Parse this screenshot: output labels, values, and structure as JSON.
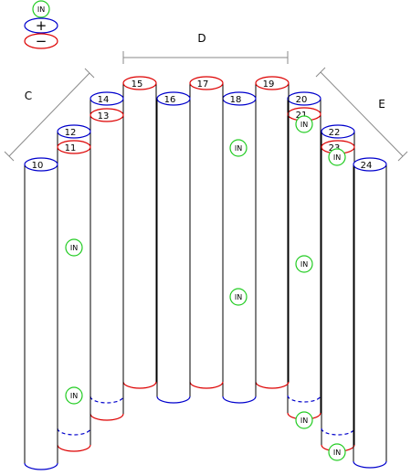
{
  "colors": {
    "positive": "#0000cc",
    "negative": "#dd0000",
    "in_marker": "#22cc22",
    "outline": "#000000",
    "dimension": "#8a8a8a"
  },
  "legend": {
    "in_label": "IN",
    "positive_symbol": "+",
    "negative_symbol": "−"
  },
  "dimensions": {
    "C": "C",
    "D": "D",
    "E": "E"
  },
  "in_marker_label": "IN",
  "cylinders": [
    {
      "n": "10",
      "top": "positive",
      "bottom": "positive"
    },
    {
      "n": "11",
      "top": "negative",
      "bottom": "negative",
      "lower_dashed": "positive"
    },
    {
      "n": "12",
      "top": "positive"
    },
    {
      "n": "13",
      "top": "negative",
      "bottom": "negative",
      "lower_dashed": "positive"
    },
    {
      "n": "14",
      "top": "positive"
    },
    {
      "n": "15",
      "top": "negative",
      "bottom": "negative"
    },
    {
      "n": "16",
      "top": "positive",
      "bottom": "positive"
    },
    {
      "n": "17",
      "top": "negative",
      "bottom": "negative"
    },
    {
      "n": "18",
      "top": "positive",
      "bottom": "positive"
    },
    {
      "n": "19",
      "top": "negative",
      "bottom": "negative"
    },
    {
      "n": "20",
      "top": "positive"
    },
    {
      "n": "21",
      "top": "negative",
      "bottom": "negative",
      "lower_dashed": "positive"
    },
    {
      "n": "22",
      "top": "positive"
    },
    {
      "n": "23",
      "top": "negative",
      "bottom": "negative",
      "lower_dashed": "positive"
    },
    {
      "n": "24",
      "top": "positive",
      "bottom": "positive"
    }
  ]
}
